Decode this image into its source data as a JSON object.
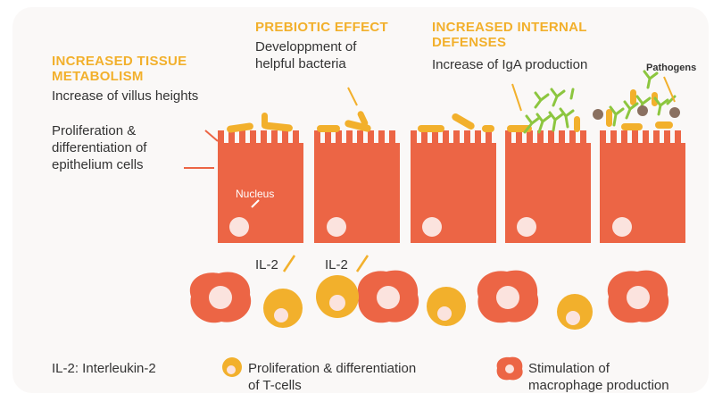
{
  "headings": {
    "tissue_line1": "INCREASED TISSUE",
    "tissue_line2": "METABOLISM",
    "prebiotic": "PREBIOTIC EFFECT",
    "defenses_line1": "INCREASED INTERNAL",
    "defenses_line2": "DEFENSES"
  },
  "labels": {
    "villus": "Increase of villus heights",
    "prolif_line1": "Proliferation &",
    "prolif_line2": "differentiation of",
    "prolif_line3": "epithelium cells",
    "bacteria_line1": "Developpment of",
    "bacteria_line2": "helpful bacteria",
    "iga": "Increase of IgA production",
    "pathogens": "Pathogens",
    "nucleus": "Nucleus",
    "il2_a": "IL-2",
    "il2_b": "IL-2"
  },
  "legend": {
    "il2_def": "IL-2: Interleukin-2",
    "tcell_line1": "Proliferation & differentiation",
    "tcell_line2": "of T-cells",
    "macro_line1": "Stimulation of",
    "macro_line2": "macrophage production"
  },
  "colors": {
    "cell": "#ec6545",
    "bacteria": "#f2b02c",
    "iga": "#8cc63f",
    "pathogen": "#8a7060",
    "nucleus": "#fbe3de",
    "text": "#333333"
  }
}
